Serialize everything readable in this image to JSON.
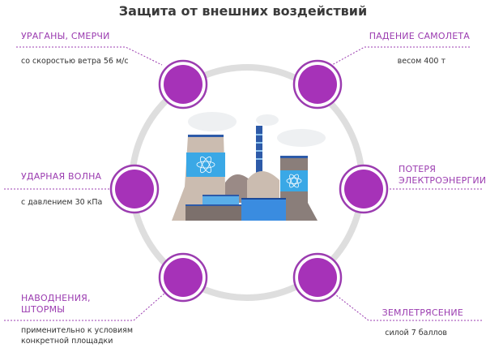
{
  "title": "Защита от внешних воздействий",
  "colors": {
    "accent": "#9b3cb0",
    "circle": "#a632b8",
    "ring": "#dedede",
    "plant_blue": "#3aa8e6",
    "plant_beige": "#cbbcb0"
  },
  "factors": [
    {
      "id": "hurricanes",
      "title": "УРАГАНЫ, СМЕРЧИ",
      "detail": "со скоростью ветра 56 м/с"
    },
    {
      "id": "plane",
      "title": "ПАДЕНИЕ САМОЛЕТА",
      "detail": "весом 400 т"
    },
    {
      "id": "shockwave",
      "title": "УДАРНАЯ ВОЛНА",
      "detail": "с давлением 30 кПа"
    },
    {
      "id": "power-loss",
      "title_line1": "ПОТЕРЯ",
      "title_line2": "ЭЛЕКТРОЭНЕРГИИ"
    },
    {
      "id": "floods",
      "title_line1": "НАВОДНЕНИЯ,",
      "title_line2": "ШТОРМЫ",
      "detail_line1": "применительно к условиям",
      "detail_line2": "конкретной площадки"
    },
    {
      "id": "earthquake",
      "title": "ЗЕМЛЕТРЯСЕНИЕ",
      "detail": "силой 7 баллов"
    }
  ]
}
